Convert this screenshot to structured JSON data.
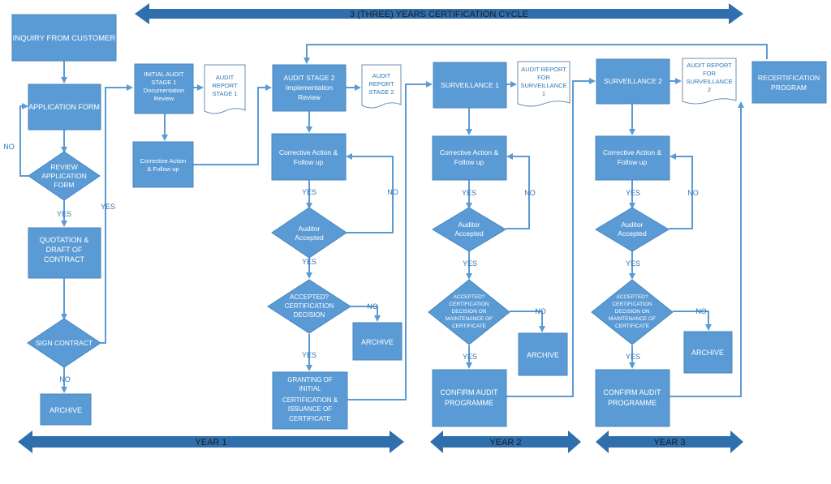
{
  "banner": {
    "cycle": "3 (THREE)  YEARS CERTIFICATION CYCLE",
    "year1": "YEAR 1",
    "year2": "YEAR 2",
    "year3": "YEAR 3"
  },
  "left": {
    "inquiry": "INQUIRY FROM CUSTOMER",
    "application": "APPLICATION FORM",
    "review": [
      "REVIEW",
      "APPLICATION",
      "FORM"
    ],
    "quotation": [
      "QUOTATION &",
      "DRAFT OF",
      "CONTRACT"
    ],
    "sign": "SIGN CONTRACT",
    "archive": "ARCHIVE"
  },
  "stage1": {
    "audit": [
      "INITIAL AUDIT",
      "STAGE 1",
      "Documentation",
      "Review"
    ],
    "report": [
      "AUDIT",
      "REPORT",
      "STAGE 1"
    ],
    "corrective": [
      "Corrective Action",
      "& Follow up"
    ]
  },
  "stage2": {
    "audit": [
      "AUDIT STAGE 2",
      "Implementation",
      "Review"
    ],
    "report": [
      "AUDIT",
      "REPORT",
      "STAGE 2"
    ],
    "corrective": [
      "Corrective Action &",
      "Follow up"
    ],
    "auditor": [
      "Auditor",
      "Accepted"
    ],
    "decision": [
      "ACCEPTED?",
      "CERTIFICATION",
      "DECISION"
    ],
    "archive": "ARCHIVE",
    "granting": [
      "GRANTING OF",
      "INITIAL",
      "CERTIFICATION &",
      "ISSUANCE OF",
      "CERTIFICATE"
    ]
  },
  "surv1": {
    "title": "SURVEILLANCE 1",
    "report": [
      "AUDIT REPORT",
      "FOR",
      "SURVEILLANCE",
      "1"
    ],
    "corrective": [
      "Corrective Action &",
      "Follow up"
    ],
    "auditor": [
      "Auditor",
      "Accepted"
    ],
    "decision": [
      "ACCEPTED?",
      "CERTIFICATION",
      "DECISION ON",
      "MAINTENANCE OF",
      "CERTIFICATE"
    ],
    "archive": "ARCHIVE",
    "confirm": [
      "CONFIRM AUDIT",
      "PROGRAMME"
    ]
  },
  "surv2": {
    "title": "SURVEILLANCE 2",
    "report": [
      "AUDIT REPORT",
      "FOR",
      "SURVEILLANCE",
      "2"
    ],
    "corrective": [
      "Corrective Action &",
      "Follow up"
    ],
    "auditor": [
      "Auditor",
      "Accepted"
    ],
    "decision": [
      "ACCEPTED?",
      "CERTIFICATION",
      "DECISION ON",
      "MAINTENANCE OF",
      "CERTIFICATE"
    ],
    "archive": "ARCHIVE",
    "confirm": [
      "CONFIRM AUDIT",
      "PROGRAMME"
    ]
  },
  "recert": [
    "RECERTIFICATION",
    "PROGRAM"
  ],
  "labels": {
    "yes": "YES",
    "no": "NO"
  },
  "colors": {
    "box": "#5b9bd5",
    "bar": "#2f6fae",
    "label": "#2e75b6"
  }
}
